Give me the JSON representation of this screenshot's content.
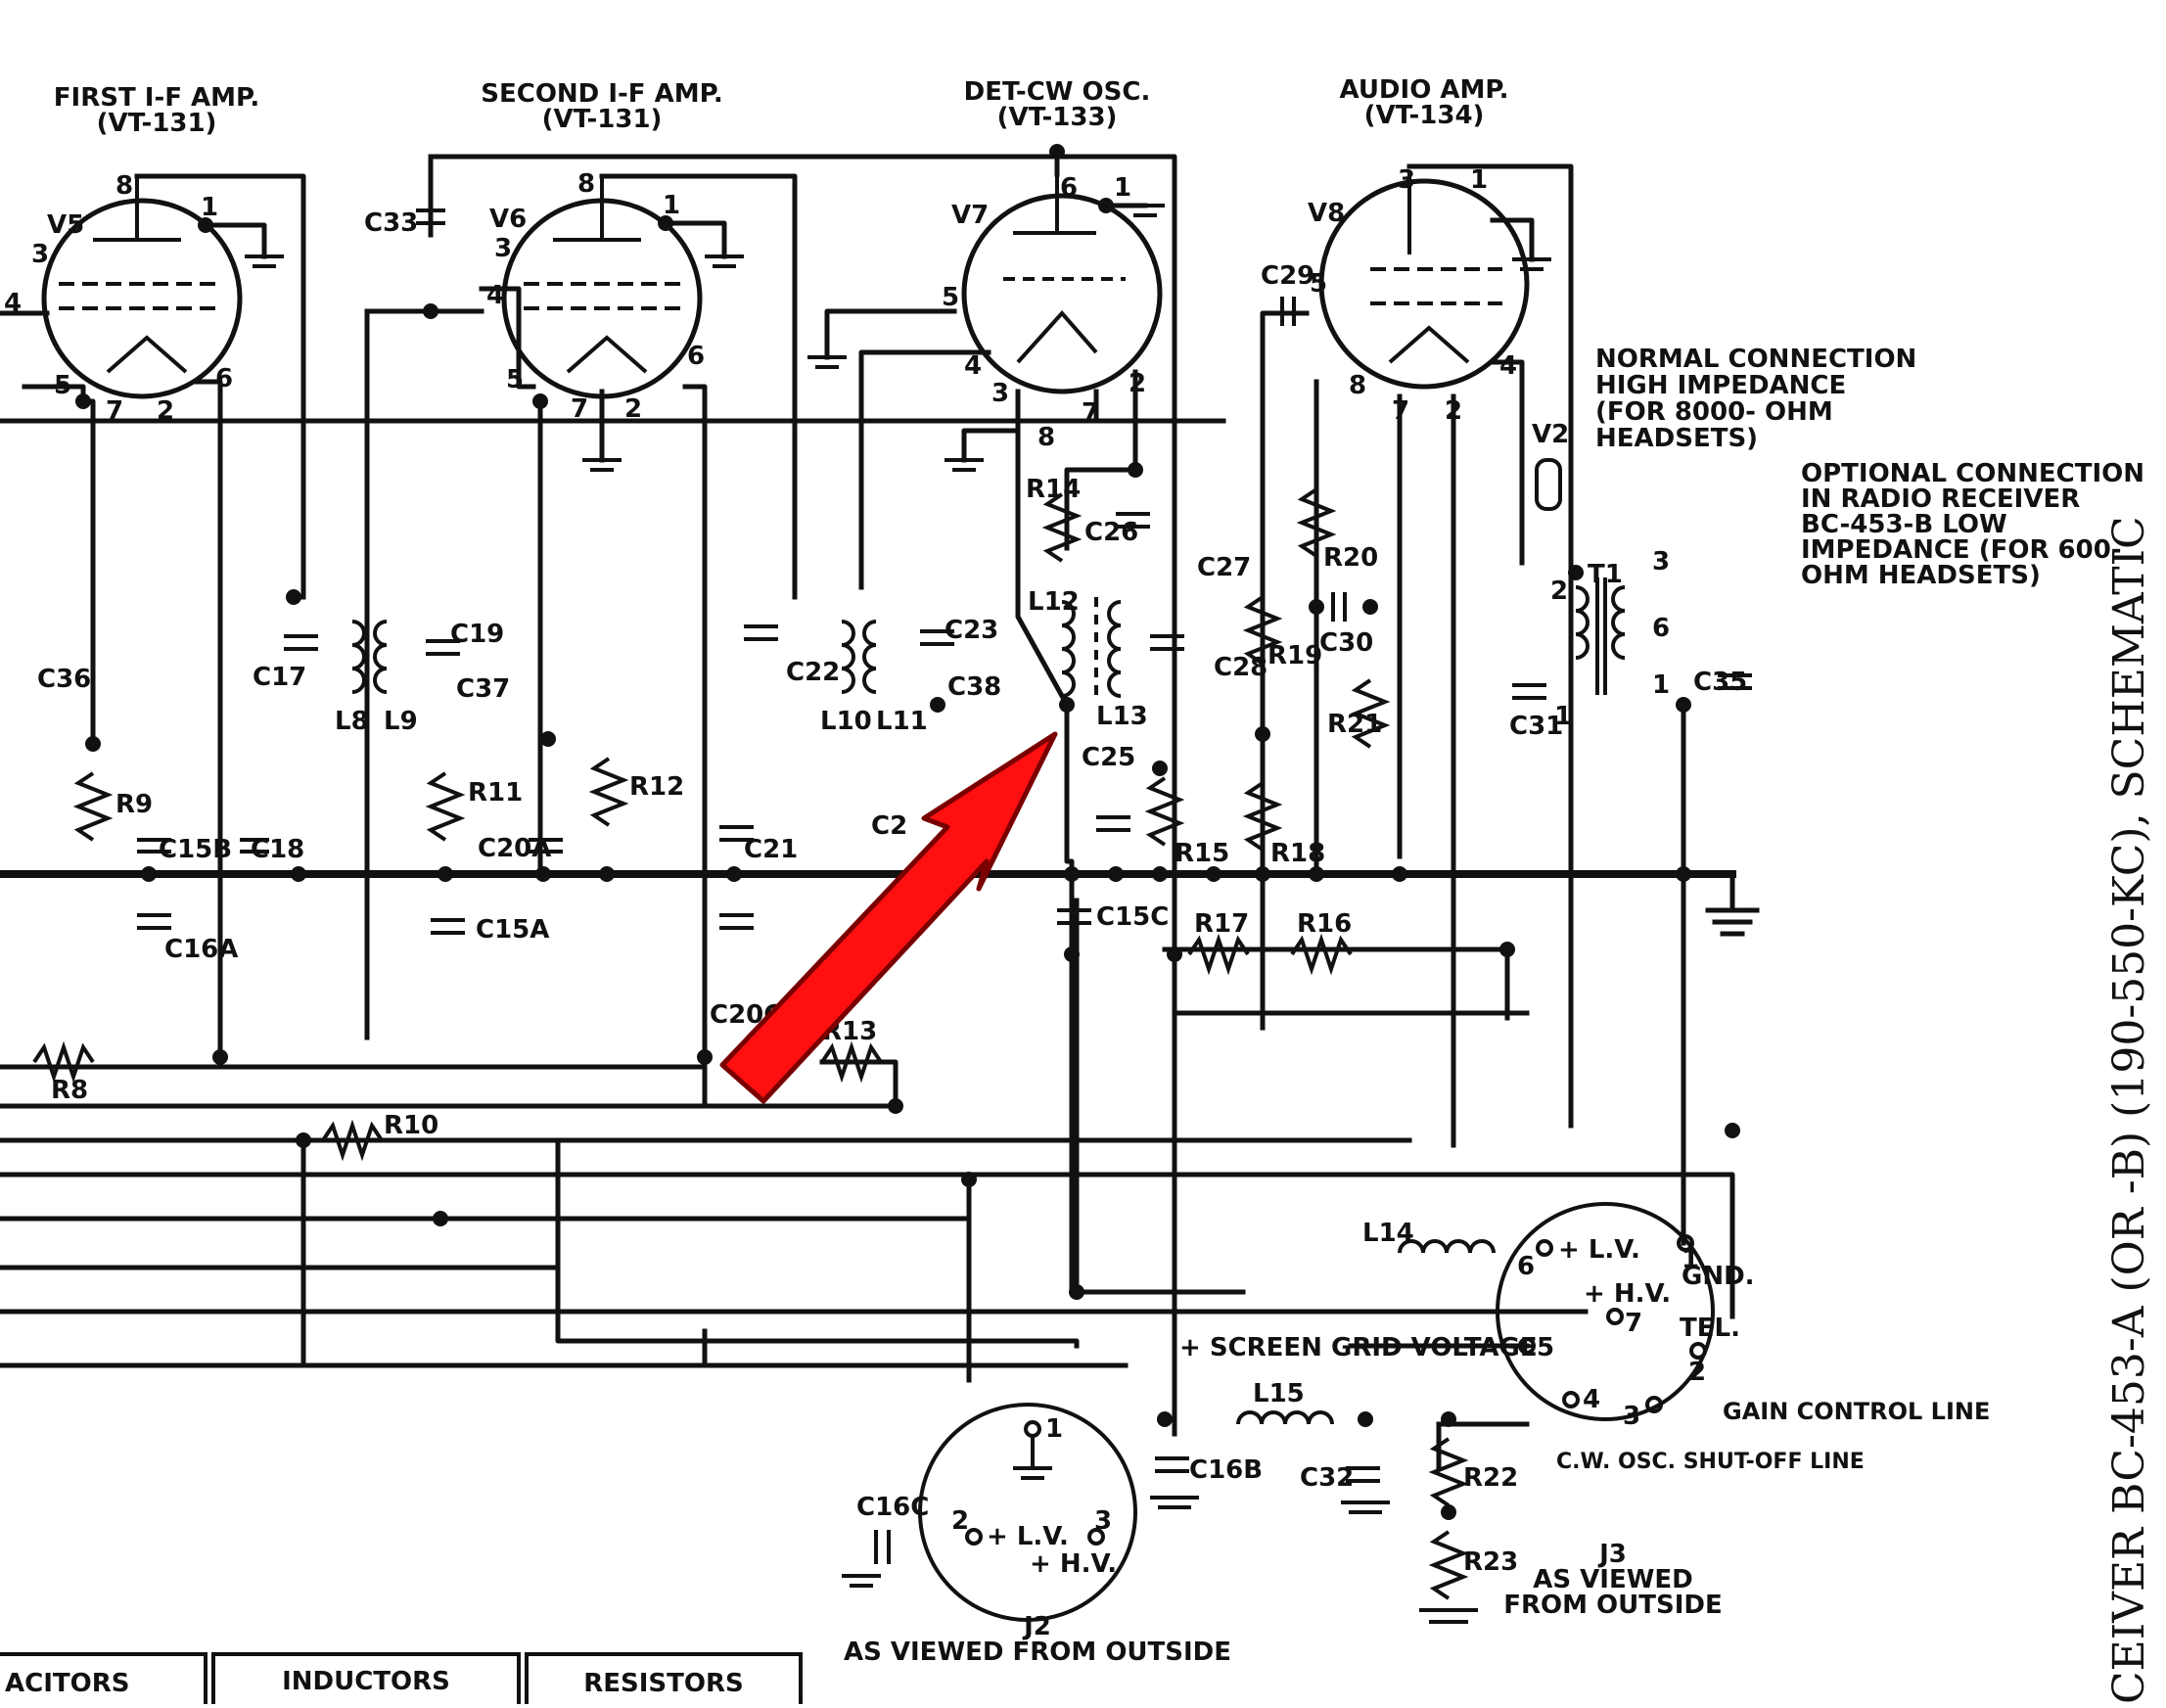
{
  "tubes": [
    {
      "ref": "V5",
      "title": "FIRST I-F AMP.",
      "type": "(VT-131)"
    },
    {
      "ref": "V6",
      "title": "SECOND I-F AMP.",
      "type": "(VT-131)"
    },
    {
      "ref": "V7",
      "title": "DET-CW OSC.",
      "type": "(VT-133)"
    },
    {
      "ref": "V8",
      "title": "AUDIO AMP.",
      "type": "(VT-134)"
    }
  ],
  "pins": {
    "v5": [
      "8",
      "1",
      "3",
      "4",
      "5",
      "7",
      "2",
      "6"
    ],
    "v6": [
      "8",
      "1",
      "3",
      "4",
      "5",
      "7",
      "2",
      "6"
    ],
    "v7": [
      "6",
      "1",
      "5",
      "4",
      "3",
      "7",
      "2",
      "8"
    ],
    "v8": [
      "3",
      "1",
      "5",
      "8",
      "7",
      "2",
      "4"
    ]
  },
  "components": {
    "capacitors": [
      "C33",
      "C36",
      "C17",
      "C19",
      "C37",
      "C15B",
      "C18",
      "C16A",
      "C20A",
      "C15A",
      "C22",
      "C23",
      "C38",
      "C21",
      "C20C",
      "C26",
      "C27",
      "C28",
      "C25",
      "C15C",
      "C29",
      "C30",
      "C31",
      "C35",
      "C16B",
      "C32",
      "C16C",
      "C2"
    ],
    "inductors": [
      "L8",
      "L9",
      "L10",
      "L11",
      "L12",
      "L13",
      "L14",
      "L15"
    ],
    "resistors": [
      "R9",
      "R11",
      "R12",
      "R8",
      "R10",
      "R13",
      "R14",
      "R15",
      "R17",
      "R16",
      "R18",
      "R19",
      "R20",
      "R21",
      "R22",
      "R23"
    ],
    "other": [
      "V2",
      "T1"
    ],
    "transformer_pins": [
      "2",
      "1",
      "3",
      "6",
      "1"
    ]
  },
  "notes": {
    "normal_connection": [
      "NORMAL CONNECTION",
      "HIGH IMPEDANCE",
      "(FOR 8000- OHM",
      "HEADSETS)"
    ],
    "optional_connection": [
      "OPTIONAL CONNECTION",
      "IN RADIO RECEIVER",
      "BC-453-B LOW",
      "IMPEDANCE (FOR 600-",
      "OHM HEADSETS)"
    ],
    "screen_grid": "+ SCREEN GRID VOLTAGE"
  },
  "j3": {
    "pins": [
      {
        "num": "6",
        "label": "+ L.V."
      },
      {
        "num": "7",
        "label": "+ H.V."
      },
      {
        "num": "1",
        "label": "GND."
      },
      {
        "num": "2",
        "label": "TEL."
      },
      {
        "num": "5",
        "label": ""
      },
      {
        "num": "4",
        "label": "C.W. OSC. SHUT-OFF LINE"
      },
      {
        "num": "3",
        "label": "GAIN CONTROL LINE"
      }
    ],
    "name": "J3",
    "caption": [
      "AS VIEWED",
      "FROM OUTSIDE"
    ]
  },
  "j2": {
    "pins": [
      {
        "num": "1",
        "label": ""
      },
      {
        "num": "2",
        "label": "+ L.V."
      },
      {
        "num": "3",
        "label": "+ H.V."
      }
    ],
    "name": "J2",
    "caption": "AS VIEWED FROM OUTSIDE"
  },
  "legend": {
    "capacitors": "ACITORS",
    "inductors": "INDUCTORS",
    "resistors": "RESISTORS"
  },
  "side_title": "CEIVER BC-453-A (OR -B) (190-550-KC), SCHEMATIC",
  "colors": {
    "ink": "#111111",
    "paper": "#ffffff",
    "arrow": "#ff1010",
    "arrow_edge": "#7a0000"
  }
}
